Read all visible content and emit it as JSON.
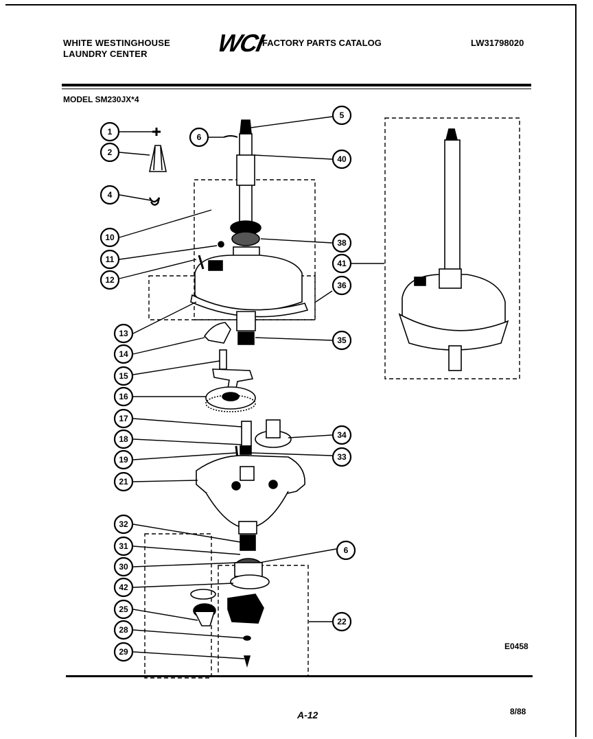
{
  "header": {
    "brand_line1": "WHITE WESTINGHOUSE",
    "brand_line2": "LAUNDRY CENTER",
    "logo_text": "WCI",
    "catalog_title": "FACTORY PARTS CATALOG",
    "catalog_number": "LW31798020"
  },
  "model_line": "MODEL SM230JX*4",
  "diagram_code": "E0458",
  "footer": {
    "page_number": "A-12",
    "date": "8/88"
  },
  "callouts": {
    "c1": "1",
    "c2": "2",
    "c4": "4",
    "c6a": "6",
    "c5": "5",
    "c40": "40",
    "c10": "10",
    "c11": "11",
    "c12": "12",
    "c38": "38",
    "c41": "41",
    "c36": "36",
    "c13": "13",
    "c14": "14",
    "c35": "35",
    "c15": "15",
    "c16": "16",
    "c17": "17",
    "c18": "18",
    "c19": "19",
    "c34": "34",
    "c33": "33",
    "c21": "21",
    "c32": "32",
    "c31": "31",
    "c30": "30",
    "c6b": "6",
    "c42": "42",
    "c25": "25",
    "c28": "28",
    "c29": "29",
    "c22": "22"
  }
}
